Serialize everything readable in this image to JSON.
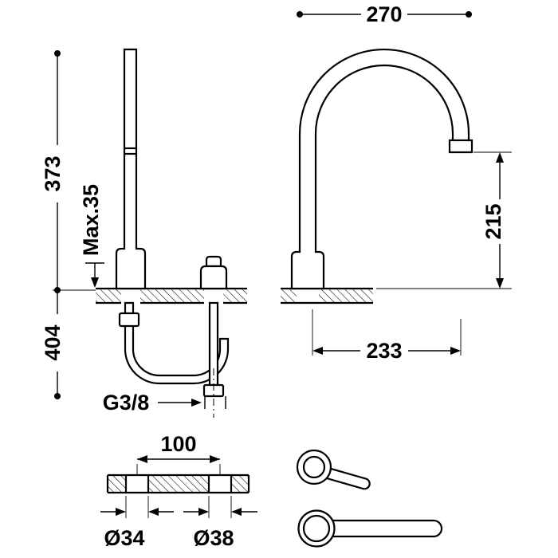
{
  "drawing": {
    "title": "faucet-technical-drawing",
    "labels": {
      "spout_width": "270",
      "height_above_deck": "373",
      "max_deck_thickness": "Max.35",
      "height_below_deck": "404",
      "thread_size": "G3/8",
      "spout_height": "215",
      "spout_reach": "233",
      "hole_spacing": "100",
      "hole_left_diameter": "Ø34",
      "hole_right_diameter": "Ø38"
    }
  }
}
